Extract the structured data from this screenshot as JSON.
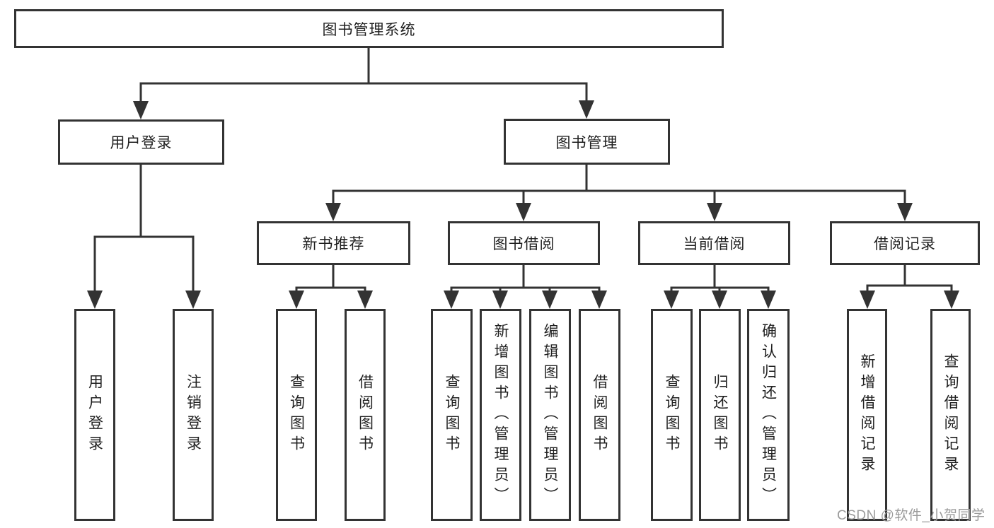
{
  "diagram": {
    "title": "图书管理系统",
    "root": {
      "label": "图书管理系统"
    },
    "level2": [
      {
        "label": "用户登录",
        "parent": "图书管理系统"
      },
      {
        "label": "图书管理",
        "parent": "图书管理系统"
      }
    ],
    "level3": [
      {
        "label": "新书推荐",
        "parent": "图书管理"
      },
      {
        "label": "图书借阅",
        "parent": "图书管理"
      },
      {
        "label": "当前借阅",
        "parent": "图书管理"
      },
      {
        "label": "借阅记录",
        "parent": "图书管理"
      }
    ],
    "leaves": [
      {
        "label": "用户登录",
        "parent": "用户登录"
      },
      {
        "label": "注销登录",
        "parent": "用户登录"
      },
      {
        "label": "查询图书",
        "parent": "新书推荐"
      },
      {
        "label": "借阅图书",
        "parent": "新书推荐"
      },
      {
        "label": "查询图书",
        "parent": "图书借阅"
      },
      {
        "label": "新增图书（管理员）",
        "parent": "图书借阅"
      },
      {
        "label": "编辑图书（管理员）",
        "parent": "图书借阅"
      },
      {
        "label": "借阅图书",
        "parent": "图书借阅"
      },
      {
        "label": "查询图书",
        "parent": "当前借阅"
      },
      {
        "label": "归还图书",
        "parent": "当前借阅"
      },
      {
        "label": "确认归还（管理员）",
        "parent": "当前借阅"
      },
      {
        "label": "新增借阅记录",
        "parent": "借阅记录"
      },
      {
        "label": "查询借阅记录",
        "parent": "借阅记录"
      }
    ],
    "colors": {
      "line": "#333333",
      "box_border": "#333333",
      "text": "#1f1f1f",
      "background": "#ffffff",
      "watermark": "#9b9b9b"
    }
  },
  "watermark": {
    "text": "CSDN @软件_小贺同学"
  }
}
